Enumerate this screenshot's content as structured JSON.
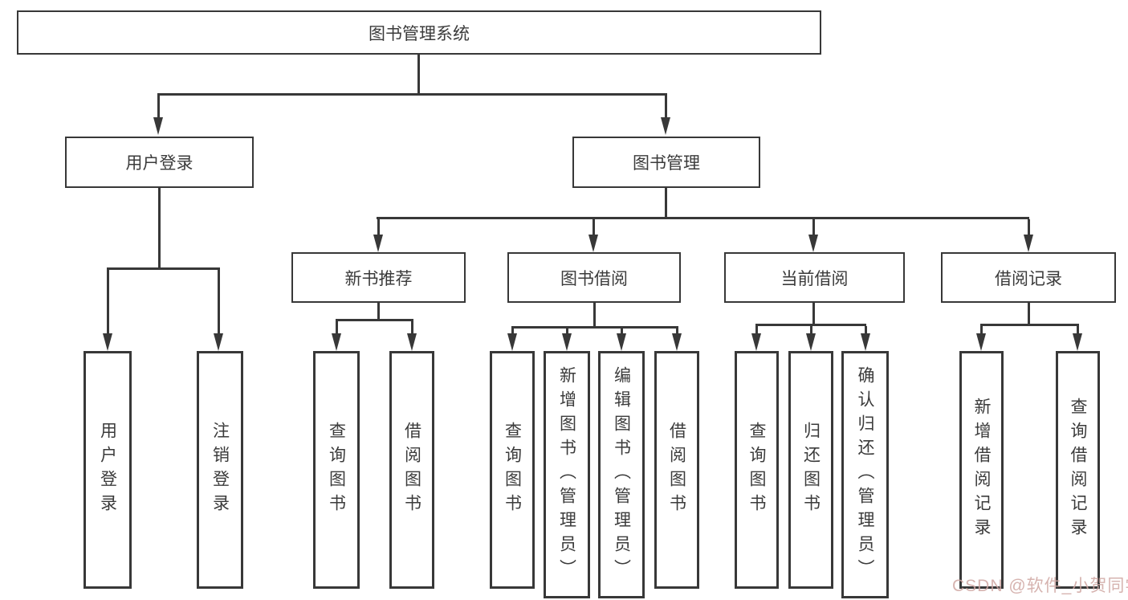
{
  "tree": {
    "root": "图书管理系统",
    "branches": [
      {
        "label": "用户登录",
        "children": [
          "用户登录",
          "注销登录"
        ]
      },
      {
        "label": "图书管理",
        "sections": [
          {
            "label": "新书推荐",
            "children": [
              "查询图书",
              "借阅图书"
            ]
          },
          {
            "label": "图书借阅",
            "children": [
              "查询图书",
              "新增图书（管理员）",
              "编辑图书（管理员）",
              "借阅图书"
            ]
          },
          {
            "label": "当前借阅",
            "children": [
              "查询图书",
              "归还图书",
              "确认归还（管理员）"
            ]
          },
          {
            "label": "借阅记录",
            "children": [
              "新增借阅记录",
              "查询借阅记录"
            ]
          }
        ]
      }
    ]
  },
  "watermark": "CSDN @软件_小贺同学",
  "colors": {
    "line": "#383838",
    "box_border": "#383838",
    "text": "#3b3b3b",
    "background": "#ffffff",
    "watermark": "#cfa6a2"
  }
}
